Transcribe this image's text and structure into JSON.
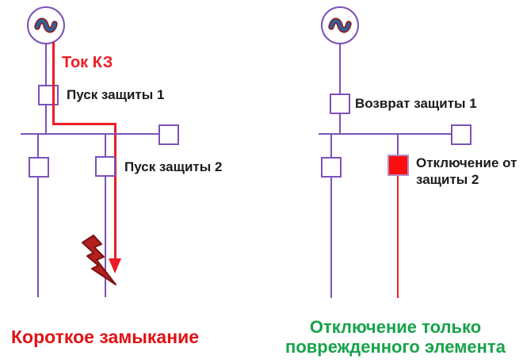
{
  "colors": {
    "line_purple": "#7C52B8",
    "fault_red": "#ED1C24",
    "bolt_dark_red": "#B22020",
    "trip_square_red": "#FB0D0D",
    "caption_green": "#17A34A",
    "label_black": "#1B1B1B",
    "wave_blue": "#2F5F9E",
    "wave_outline": "#8B2020"
  },
  "left_diagram": {
    "source_icon": "generator-sine-source",
    "fault_current_label": "Ток КЗ",
    "protection1_label": "Пуск защиты 1",
    "protection2_label": "Пуск защиты 2",
    "caption": "Короткое замыкание"
  },
  "right_diagram": {
    "source_icon": "generator-sine-source",
    "protection1_label": "Возврат защиты 1",
    "protection2_label_line1": "Отключение от",
    "protection2_label_line2": "защиты 2",
    "caption_line1": "Отключение только",
    "caption_line2": "поврежденного элемента"
  }
}
